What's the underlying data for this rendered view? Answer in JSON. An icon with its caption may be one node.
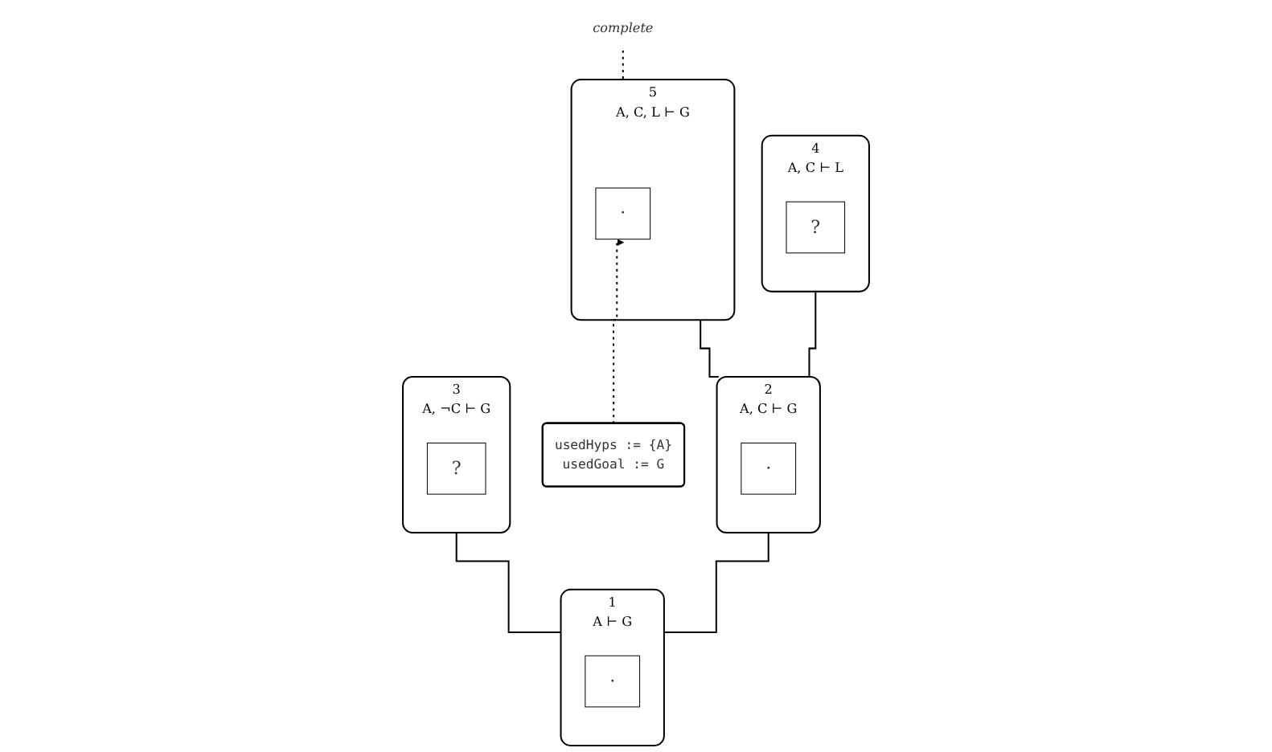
{
  "diagram": {
    "nodes": [
      {
        "text": [
          "complete"
        ]
      },
      {
        "text": [
          "usedHyps := {A}",
          "usedGoal := G"
        ]
      },
      {
        "text": [
          "A, C ⊢ L"
        ],
        "beside": [
          "4"
        ]
      },
      {
        "text": [
          "?"
        ],
        "in": 2
      },
      {
        "text": [
          "A, C, L ⊢ G"
        ],
        "beside": [
          "5"
        ]
      },
      {
        "text": [
          "·"
        ],
        "in": 4
      },
      {
        "text": [
          "A, C ⊢ G"
        ],
        "beside": [
          "2"
        ]
      },
      {
        "text": [
          "·"
        ],
        "in": 6
      },
      {
        "text": [
          "A, ¬C ⊢ G"
        ],
        "beside": [
          "3"
        ]
      },
      {
        "text": [
          "?"
        ],
        "in": 8
      },
      {
        "text": [
          "A ⊢ G"
        ],
        "beside": [
          "1"
        ]
      },
      {
        "text": [
          "·"
        ],
        "in": 10
      }
    ],
    "edges": [
      {
        "from": 4,
        "to": 0,
        "arrow": "none",
        "style": "dashed"
      },
      {
        "from": 1,
        "to": 5,
        "arrow": "to",
        "style": "dashed"
      },
      {
        "from": 6,
        "to": 2,
        "arrow": "none"
      },
      {
        "from": 6,
        "to": 4,
        "arrow": "none"
      },
      {
        "from": 10,
        "to": 6,
        "arrow": "none"
      },
      {
        "from": 10,
        "to": 8,
        "arrow": "none"
      }
    ]
  }
}
